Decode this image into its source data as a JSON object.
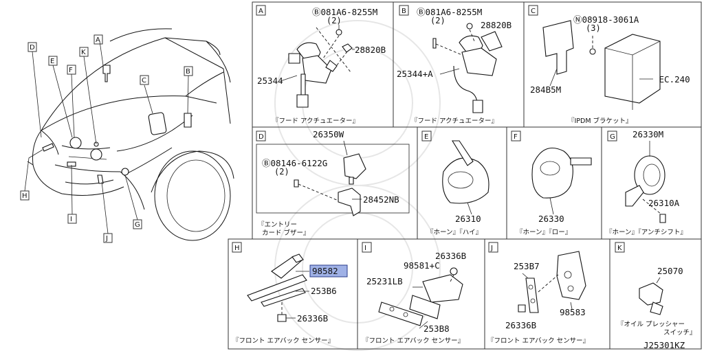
{
  "diagram_id": "J25301KZ",
  "locator": {
    "labels": [
      "A",
      "B",
      "C",
      "D",
      "E",
      "F",
      "K",
      "G",
      "H",
      "I",
      "J"
    ]
  },
  "panels": {
    "A": {
      "label": "A",
      "parts": [
        "Ⓑ081A6-8255M",
        "(2)",
        "28820B",
        "25344"
      ],
      "caption": "『フード アクチュエーター』"
    },
    "B": {
      "label": "B",
      "parts": [
        "Ⓑ081A6-8255M",
        "(2)",
        "28820B",
        "25344+A"
      ],
      "caption": "『フード アクチュエーター』"
    },
    "C": {
      "label": "C",
      "parts": [
        "Ⓝ08918-3061A",
        "(3)",
        "SEC.240",
        "284B5M"
      ],
      "caption": "『IPDM ブラケット』"
    },
    "D": {
      "label": "D",
      "parts": [
        "26350W",
        "Ⓑ08146-6122G",
        "(2)",
        "28452NB"
      ],
      "caption_line1": "『エントリー",
      "caption_line2": "カード ブザー』"
    },
    "E": {
      "label": "E",
      "parts": [
        "26310"
      ],
      "caption": "『ホーン』『ハイ』"
    },
    "F": {
      "label": "F",
      "parts": [
        "26330"
      ],
      "caption": "『ホーン』『ロー』"
    },
    "G": {
      "label": "G",
      "parts": [
        "26330M",
        "26310A"
      ],
      "caption": "『ホーン』『アンチシフト』"
    },
    "H": {
      "label": "H",
      "parts": [
        "98582",
        "253B6",
        "26336B"
      ],
      "caption": "『フロント エアバック センサー』"
    },
    "I": {
      "label": "I",
      "parts": [
        "26336B",
        "98581+C",
        "25231LB",
        "253B8"
      ],
      "caption": "『フロント エアバック センサー』"
    },
    "J": {
      "label": "J",
      "parts": [
        "253B7",
        "26336B",
        "98583"
      ],
      "caption": "『フロント エアバック センサー』"
    },
    "K": {
      "label": "K",
      "parts": [
        "25070"
      ],
      "caption_line1": "『オイル プレッシャー",
      "caption_line2": "スイッチ』"
    }
  },
  "highlight_color": "#9fb1e6"
}
